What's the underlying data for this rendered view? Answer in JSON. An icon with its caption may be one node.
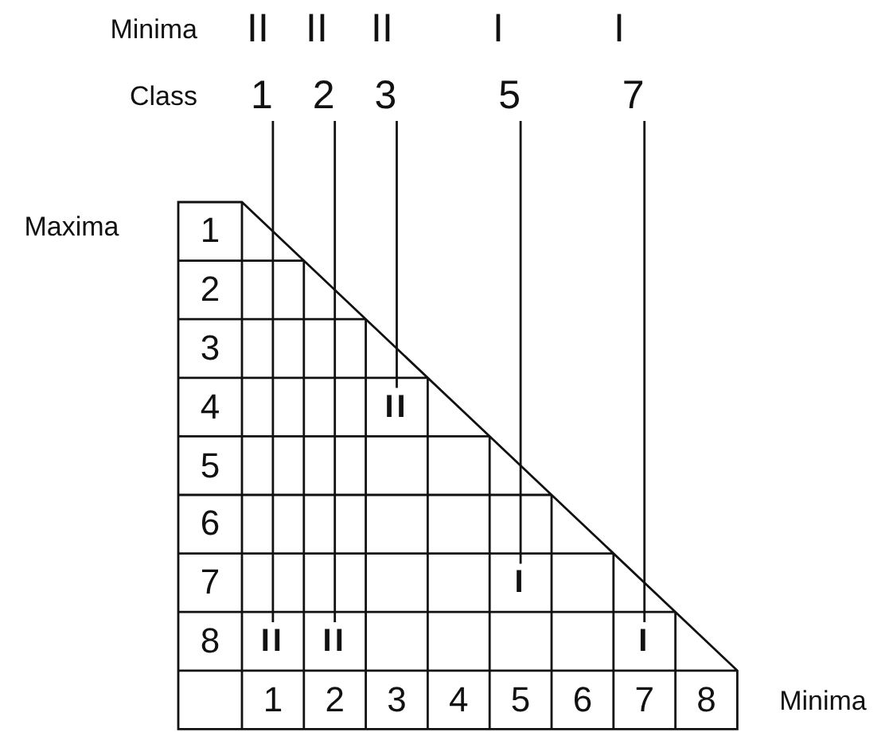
{
  "diagram": {
    "nodes": [
      {
        "text": [
          "1"
        ]
      },
      {
        "text": [
          "2"
        ]
      },
      {
        "text": [
          "3"
        ]
      },
      {
        "text": [
          "5"
        ]
      },
      {
        "text": [
          "7"
        ]
      },
      {
        "text": [
          "II"
        ]
      },
      {
        "text": [
          "II"
        ]
      },
      {
        "text": [
          "II"
        ]
      },
      {
        "text": [
          "I"
        ]
      },
      {
        "text": [
          "I"
        ]
      }
    ],
    "edges": [
      {
        "from": 0,
        "to": 5,
        "arrow": "none"
      },
      {
        "from": 1,
        "to": 6,
        "arrow": "none"
      },
      {
        "from": 2,
        "to": 7,
        "arrow": "none"
      },
      {
        "from": 3,
        "to": 8,
        "arrow": "none"
      },
      {
        "from": 4,
        "to": 9,
        "arrow": "none"
      }
    ],
    "labels": [
      "Minima",
      "II",
      "II",
      "II",
      "I",
      "I",
      "Class",
      "Maxima",
      "1",
      "2",
      "3",
      "4",
      "5",
      "6",
      "7",
      "8",
      "1",
      "2",
      "3",
      "4",
      "5",
      "6",
      "7",
      "8",
      "Minima"
    ]
  }
}
